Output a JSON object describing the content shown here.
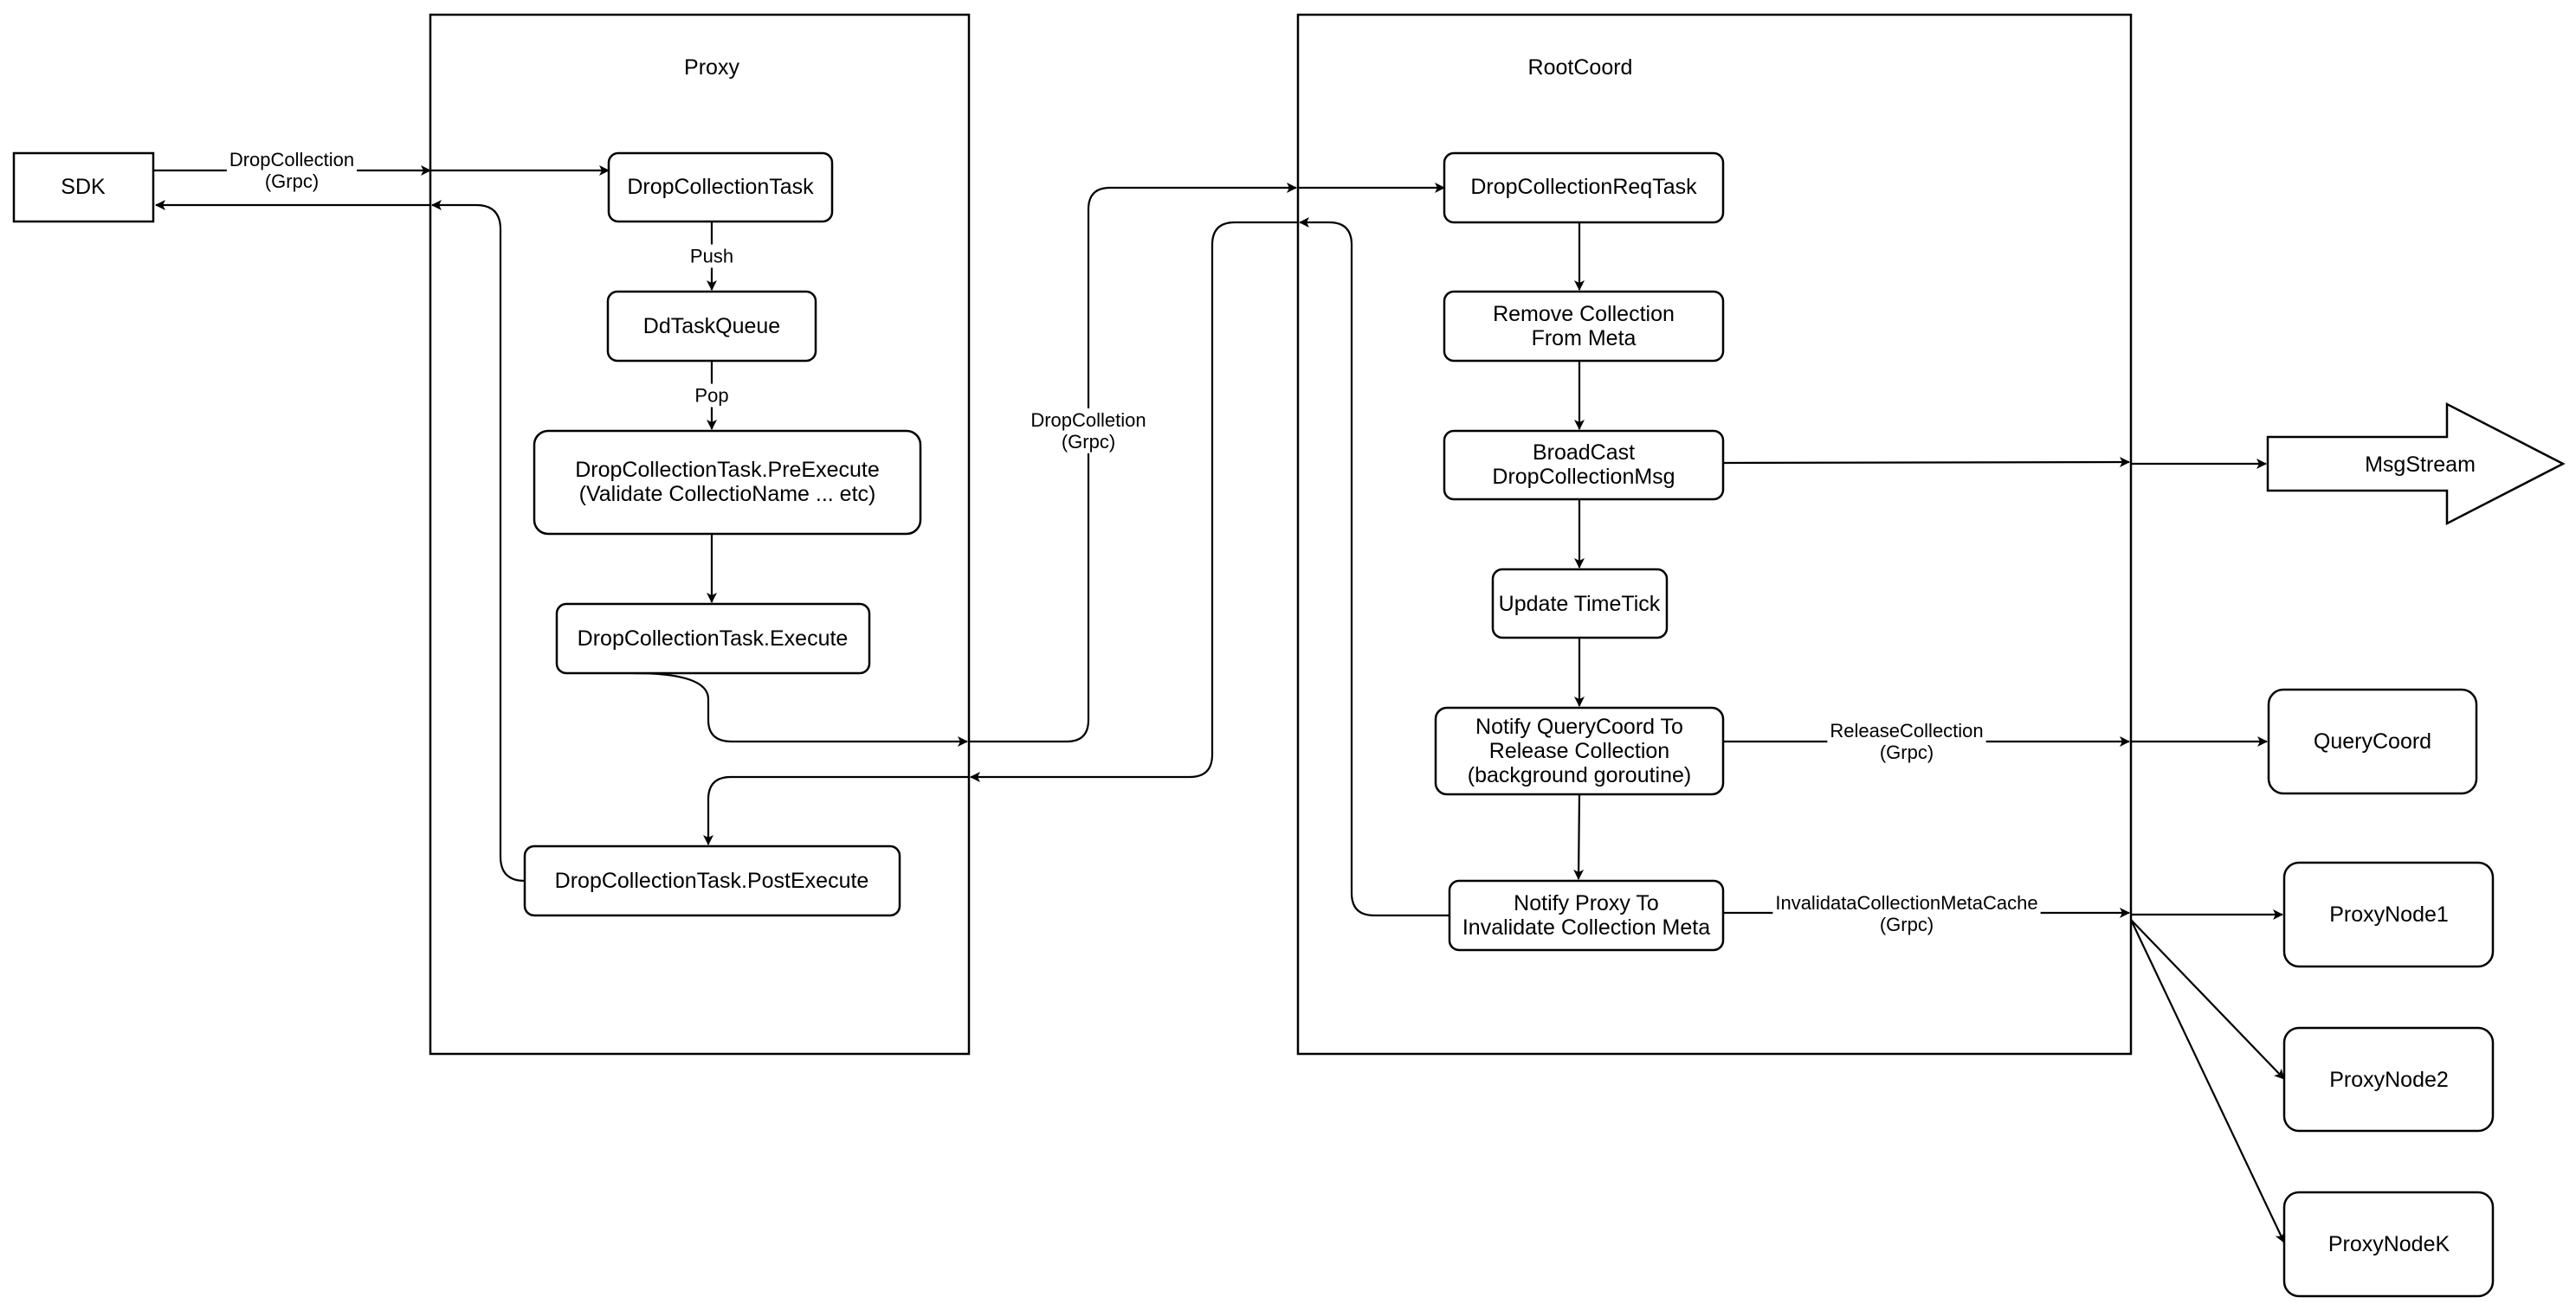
{
  "containers": {
    "proxy": {
      "title": "Proxy"
    },
    "rootcoord": {
      "title": "RootCoord"
    }
  },
  "nodes": {
    "sdk": {
      "lines": [
        "SDK"
      ]
    },
    "drop_task": {
      "lines": [
        "DropCollectionTask"
      ]
    },
    "dd_queue": {
      "lines": [
        "DdTaskQueue"
      ]
    },
    "pre_execute": {
      "lines": [
        "DropCollectionTask.PreExecute",
        "(Validate CollectioName ... etc)"
      ]
    },
    "execute": {
      "lines": [
        "DropCollectionTask.Execute"
      ]
    },
    "post_execute": {
      "lines": [
        "DropCollectionTask.PostExecute"
      ]
    },
    "req_task": {
      "lines": [
        "DropCollectionReqTask"
      ]
    },
    "remove_meta": {
      "lines": [
        "Remove Collection",
        "From Meta"
      ]
    },
    "broadcast": {
      "lines": [
        "BroadCast",
        "DropCollectionMsg"
      ]
    },
    "timetick": {
      "lines": [
        "Update TimeTick"
      ]
    },
    "notify_qc": {
      "lines": [
        "Notify QueryCoord To",
        "Release Collection",
        "(background goroutine)"
      ]
    },
    "notify_proxy": {
      "lines": [
        "Notify Proxy To",
        "Invalidate Collection Meta"
      ]
    },
    "msgstream": {
      "lines": [
        "MsgStream"
      ]
    },
    "querycoord": {
      "lines": [
        "QueryCoord"
      ]
    },
    "proxynode1": {
      "lines": [
        "ProxyNode1"
      ]
    },
    "proxynode2": {
      "lines": [
        "ProxyNode2"
      ]
    },
    "proxynodek": {
      "lines": [
        "ProxyNodeK"
      ]
    }
  },
  "edge_labels": {
    "sdk_call": {
      "lines": [
        "DropCollection",
        "(Grpc)"
      ]
    },
    "push": {
      "lines": [
        "Push"
      ]
    },
    "pop": {
      "lines": [
        "Pop"
      ]
    },
    "rootcoord_call": {
      "lines": [
        "DropColletion",
        "(Grpc)"
      ]
    },
    "release": {
      "lines": [
        "ReleaseCollection",
        "(Grpc)"
      ]
    },
    "invalidate": {
      "lines": [
        "InvalidataCollectionMetaCache",
        "(Grpc)"
      ]
    }
  }
}
